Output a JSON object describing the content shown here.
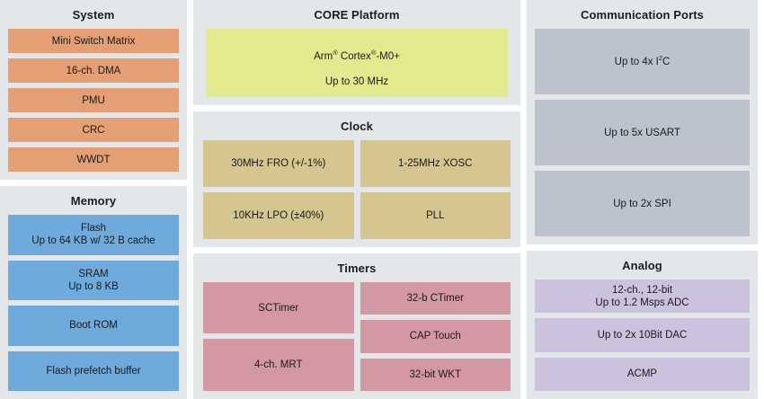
{
  "diagram": {
    "title_hidden": "",
    "palette": {
      "panel_bg": "#e3e7ea",
      "page_bg": "#ffffff",
      "system": "#e49f74",
      "memory": "#6faadd",
      "core": "#e3e98f",
      "clock": "#d5c68f",
      "timers": "#d498a3",
      "communication": "#bcc3cd",
      "analog": "#cbc2dd"
    },
    "panels": {
      "system": {
        "title": "System",
        "blocks": [
          {
            "label": "Mini Switch Matrix"
          },
          {
            "label": "16-ch. DMA"
          },
          {
            "label": "PMU"
          },
          {
            "label": "CRC"
          },
          {
            "label": "WWDT"
          }
        ]
      },
      "memory": {
        "title": "Memory",
        "blocks": [
          {
            "label": "Flash\nUp to 64 KB w/ 32 B cache"
          },
          {
            "label": "SRAM\nUp to 8 KB"
          },
          {
            "label": "Boot ROM"
          },
          {
            "label": "Flash prefetch buffer"
          }
        ]
      },
      "core": {
        "title": "CORE Platform",
        "blocks": [
          {
            "label_line1_pre": "Arm",
            "label_line1_sup1": "®",
            "label_line1_mid": " Cortex",
            "label_line1_sup2": "®",
            "label_line1_post": "-M0+",
            "label_line2": "Up to 30 MHz"
          }
        ]
      },
      "clock": {
        "title": "Clock",
        "left_blocks": [
          {
            "label": "30MHz FRO (+/-1%)"
          },
          {
            "label": "10KHz LPO (±40%)"
          }
        ],
        "right_blocks": [
          {
            "label": "1-25MHz XOSC"
          },
          {
            "label": "PLL"
          }
        ]
      },
      "timers": {
        "title": "Timers",
        "left_blocks": [
          {
            "label": "SCTimer"
          },
          {
            "label": "4-ch. MRT"
          }
        ],
        "right_blocks": [
          {
            "label": "32-b CTimer"
          },
          {
            "label": "CAP Touch"
          },
          {
            "label": "32-bit WKT"
          }
        ]
      },
      "communication": {
        "title": "Communication Ports",
        "blocks": [
          {
            "label_pre": "Up to 4x I",
            "label_sup": "2",
            "label_post": "C"
          },
          {
            "label": "Up to 5x USART"
          },
          {
            "label": "Up to 2x SPI"
          }
        ]
      },
      "analog": {
        "title": "Analog",
        "blocks": [
          {
            "label": "12-ch., 12-bit\nUp to 1.2 Msps ADC"
          },
          {
            "label": "Up to 2x 10Bit DAC"
          },
          {
            "label": "ACMP"
          }
        ]
      }
    }
  }
}
